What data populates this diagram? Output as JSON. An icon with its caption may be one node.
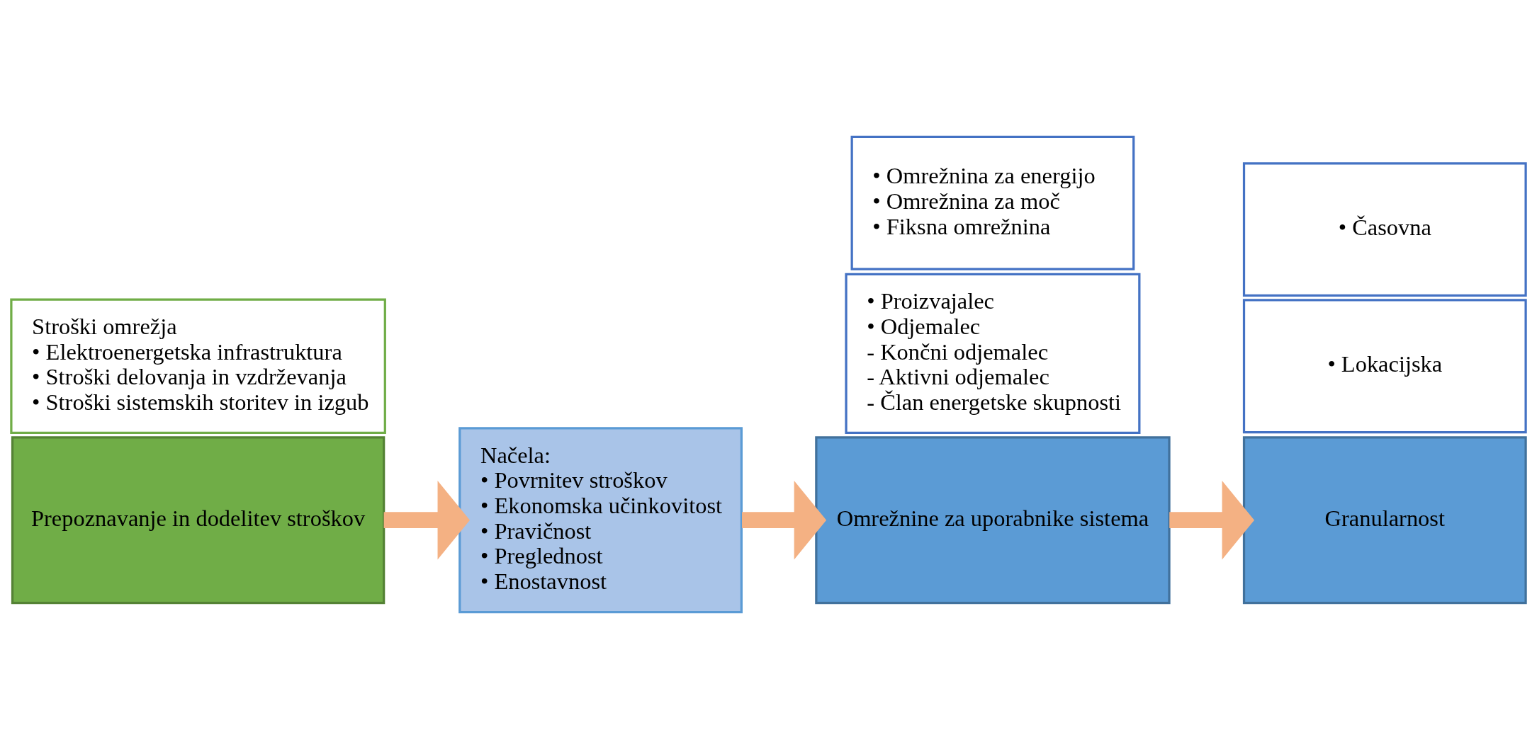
{
  "diagram": {
    "nodes": [
      {
        "text": [
          "Prepoznavanje in dodelitev stroškov"
        ]
      },
      {
        "text": [
          "Stroški omrežja",
          "• Elektroenergetska infrastruktura",
          "• Stroški delovanja in vzdrževanja",
          "• Stroški sistemskih storitev in izgub"
        ]
      },
      {
        "text": [
          "Načela:",
          "• Povrnitev stroškov",
          "• Ekonomska učinkovitost",
          "• Pravičnost",
          "• Preglednost",
          "• Enostavnost"
        ]
      },
      {
        "text": [
          "Omrežnine za uporabnike sistema"
        ]
      },
      {
        "text": [
          "• Proizvajalec",
          "• Odjemalec",
          "- Končni odjemalec",
          "- Aktivni odjemalec",
          "- Član energetske skupnosti"
        ]
      },
      {
        "text": [
          "• Omrežnina za energijo",
          "• Omrežnina za moč",
          "• Fiksna omrežnina"
        ]
      },
      {
        "text": [
          "Granularnost"
        ]
      },
      {
        "text": [
          "• Lokacijska"
        ]
      },
      {
        "text": [
          "• Časovna"
        ]
      }
    ],
    "edges": [
      {
        "from": 0,
        "to": 2,
        "arrow": "to",
        "color": "#f4b183"
      },
      {
        "from": 2,
        "to": 3,
        "arrow": "to",
        "color": "#f4b183"
      },
      {
        "from": 3,
        "to": 6,
        "arrow": "to",
        "color": "#f4b183"
      }
    ]
  }
}
